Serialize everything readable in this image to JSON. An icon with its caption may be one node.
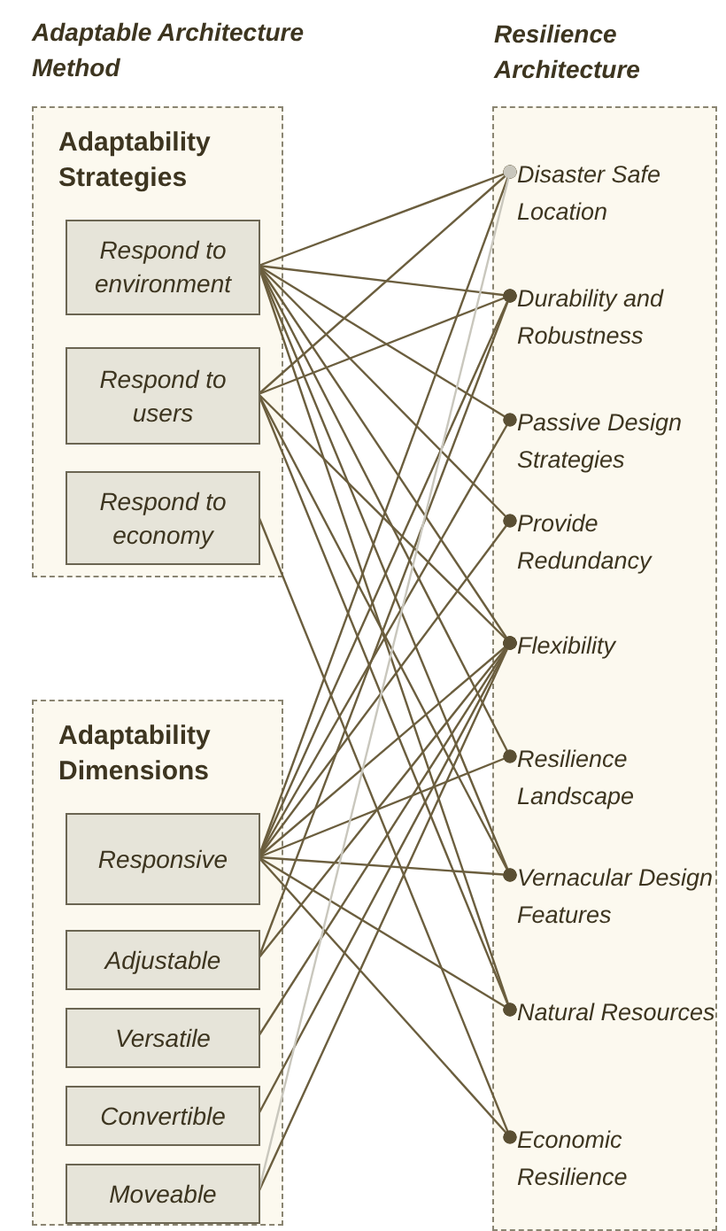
{
  "diagram": {
    "nodes": [
      {
        "text": [
          "Adaptability Strategies"
        ]
      },
      {
        "text": [
          "Respond to environment"
        ],
        "in": 0
      },
      {
        "text": [
          "Respond to users"
        ],
        "in": 0
      },
      {
        "text": [
          "Respond to economy"
        ],
        "in": 0
      },
      {
        "text": [
          "Adaptability Dimensions"
        ]
      },
      {
        "text": [
          "Responsive"
        ],
        "in": 4
      },
      {
        "text": [
          "Adjustable"
        ],
        "in": 4
      },
      {
        "text": [
          "Versatile"
        ],
        "in": 4
      },
      {
        "text": [
          "Convertible"
        ],
        "in": 4
      },
      {
        "text": [
          "Moveable"
        ],
        "in": 4
      },
      {
        "text": [
          "Resilience Architecture"
        ]
      },
      {
        "text": [
          "Disaster Safe Location"
        ],
        "in": 10
      },
      {
        "text": [
          "Durability and Robustness"
        ],
        "in": 10
      },
      {
        "text": [
          "Passive Design Strategies"
        ],
        "in": 10
      },
      {
        "text": [
          "Provide Redundancy"
        ],
        "in": 10
      },
      {
        "text": [
          "Flexibility"
        ],
        "in": 10
      },
      {
        "text": [
          "Resilience Landscape"
        ],
        "in": 10
      },
      {
        "text": [
          "Vernacular Design Features"
        ],
        "in": 10
      },
      {
        "text": [
          "Natural Resources"
        ],
        "in": 10
      },
      {
        "text": [
          "Economic Resilience"
        ],
        "in": 10
      }
    ],
    "edges": [
      {
        "from": 1,
        "to": 11,
        "arrow": "other"
      },
      {
        "from": 1,
        "to": 12,
        "arrow": "other"
      },
      {
        "from": 1,
        "to": 13,
        "arrow": "other"
      },
      {
        "from": 1,
        "to": 14,
        "arrow": "other"
      },
      {
        "from": 1,
        "to": 15,
        "arrow": "other"
      },
      {
        "from": 1,
        "to": 16,
        "arrow": "other"
      },
      {
        "from": 1,
        "to": 17,
        "arrow": "other"
      },
      {
        "from": 1,
        "to": 18,
        "arrow": "other"
      },
      {
        "from": 2,
        "to": 11,
        "arrow": "other"
      },
      {
        "from": 2,
        "to": 12,
        "arrow": "other"
      },
      {
        "from": 2,
        "to": 15,
        "arrow": "other"
      },
      {
        "from": 2,
        "to": 17,
        "arrow": "other"
      },
      {
        "from": 2,
        "to": 18,
        "arrow": "other"
      },
      {
        "from": 3,
        "to": 19,
        "arrow": "other"
      },
      {
        "from": 5,
        "to": 11,
        "arrow": "other"
      },
      {
        "from": 5,
        "to": 12,
        "arrow": "other"
      },
      {
        "from": 5,
        "to": 13,
        "arrow": "other"
      },
      {
        "from": 5,
        "to": 14,
        "arrow": "other"
      },
      {
        "from": 5,
        "to": 15,
        "arrow": "other"
      },
      {
        "from": 5,
        "to": 16,
        "arrow": "other"
      },
      {
        "from": 5,
        "to": 17,
        "arrow": "other"
      },
      {
        "from": 5,
        "to": 18,
        "arrow": "other"
      },
      {
        "from": 5,
        "to": 19,
        "arrow": "other"
      },
      {
        "from": 6,
        "to": 15,
        "arrow": "other"
      },
      {
        "from": 6,
        "to": 12,
        "arrow": "other"
      },
      {
        "from": 7,
        "to": 15,
        "arrow": "other"
      },
      {
        "from": 8,
        "to": 15,
        "arrow": "other"
      },
      {
        "from": 9,
        "to": 15,
        "arrow": "other"
      },
      {
        "from": 9,
        "to": 11,
        "arrow": "other",
        "color": "#c9c7bd"
      }
    ],
    "labels": [
      "Adaptable Architecture Method"
    ]
  }
}
